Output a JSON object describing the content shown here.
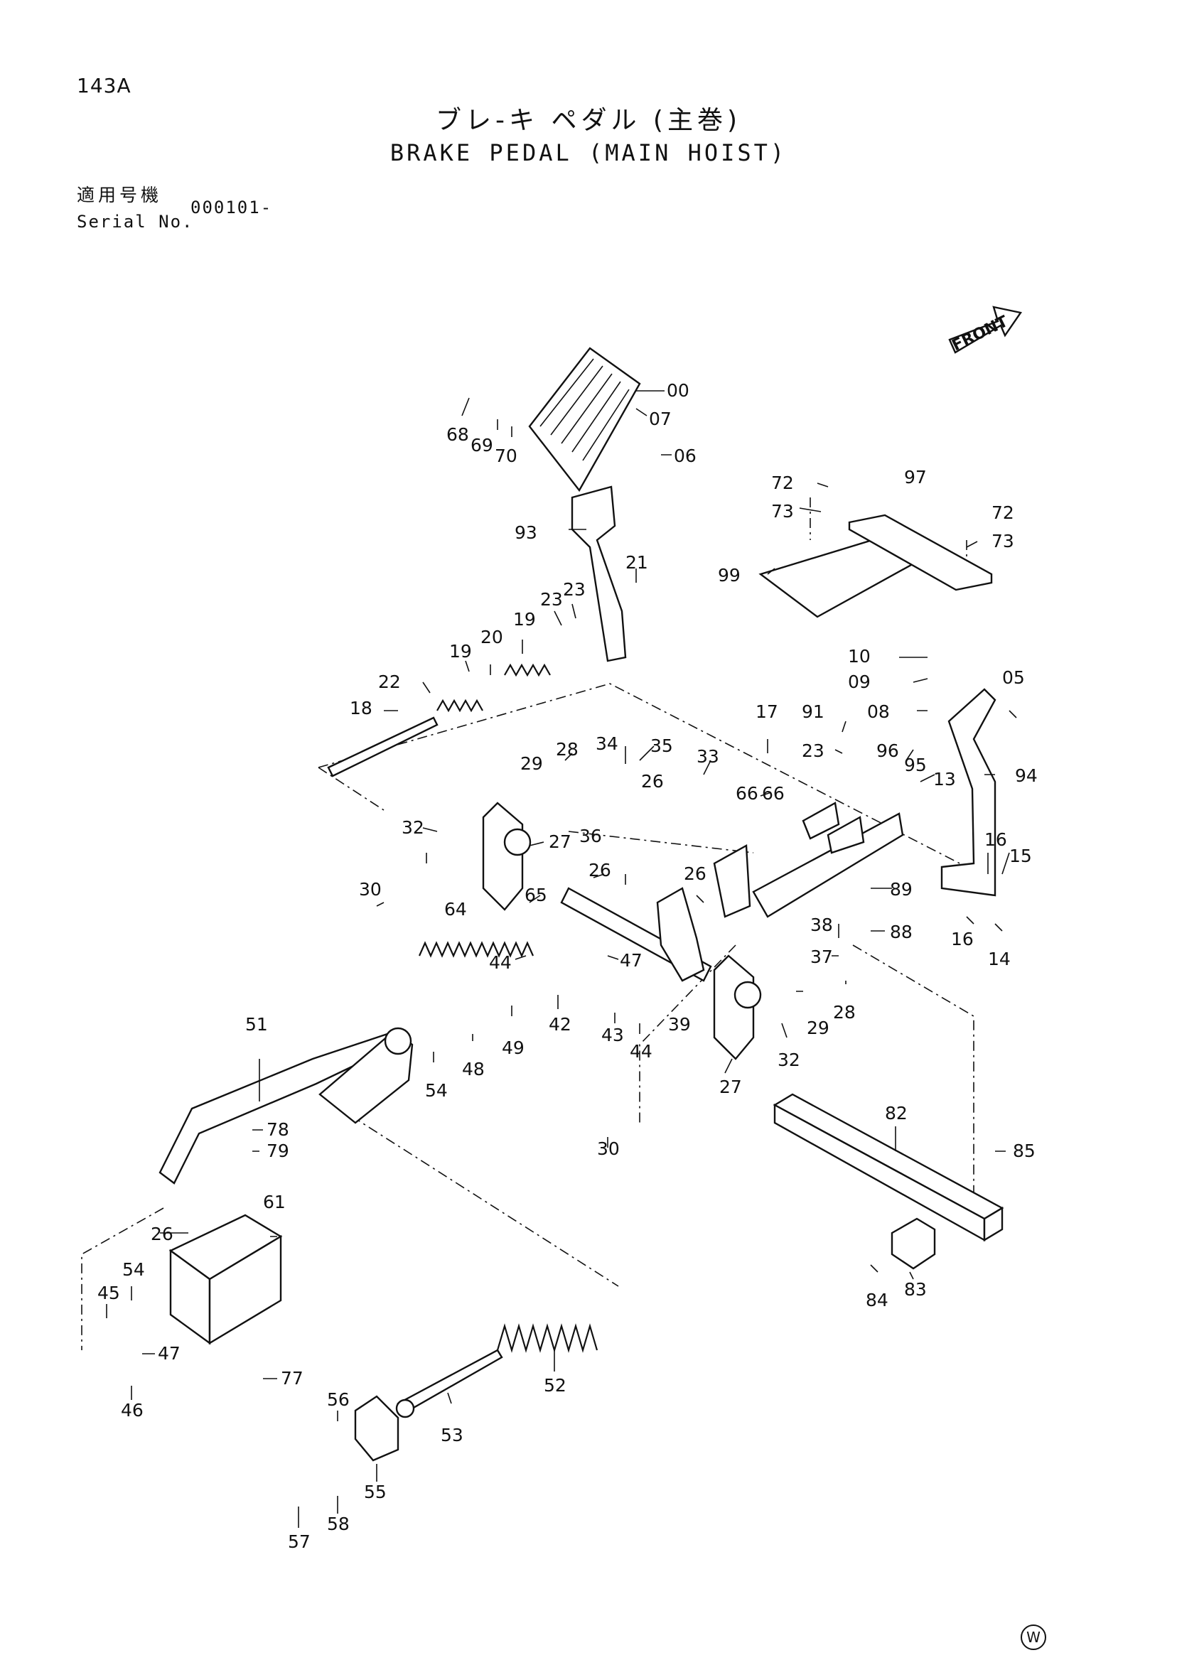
{
  "header": {
    "page_number": "143A",
    "title_jp": "ブレ-キ ペダル (主巻)",
    "title_en": "BRAKE PEDAL (MAIN HOIST)",
    "serial_label_jp": "適用号機",
    "serial_label_en": "Serial No.",
    "serial_value": "000101-"
  },
  "orientation": {
    "front_label": "FRONT"
  },
  "footer": {
    "mark": "W"
  },
  "callouts": [
    {
      "id": "c00",
      "label": "00"
    },
    {
      "id": "c07",
      "label": "07"
    },
    {
      "id": "c06",
      "label": "06"
    },
    {
      "id": "c68",
      "label": "68"
    },
    {
      "id": "c69",
      "label": "69"
    },
    {
      "id": "c70",
      "label": "70"
    },
    {
      "id": "c93",
      "label": "93"
    },
    {
      "id": "c21",
      "label": "21"
    },
    {
      "id": "c23a",
      "label": "23"
    },
    {
      "id": "c23b",
      "label": "23"
    },
    {
      "id": "c19a",
      "label": "19"
    },
    {
      "id": "c20",
      "label": "20"
    },
    {
      "id": "c19b",
      "label": "19"
    },
    {
      "id": "c22",
      "label": "22"
    },
    {
      "id": "c18",
      "label": "18"
    },
    {
      "id": "c72a",
      "label": "72"
    },
    {
      "id": "c73a",
      "label": "73"
    },
    {
      "id": "c97",
      "label": "97"
    },
    {
      "id": "c72b",
      "label": "72"
    },
    {
      "id": "c73b",
      "label": "73"
    },
    {
      "id": "c99",
      "label": "99"
    },
    {
      "id": "c10",
      "label": "10"
    },
    {
      "id": "c09",
      "label": "09"
    },
    {
      "id": "c05",
      "label": "05"
    },
    {
      "id": "c08",
      "label": "08"
    },
    {
      "id": "c17",
      "label": "17"
    },
    {
      "id": "c91",
      "label": "91"
    },
    {
      "id": "c23c",
      "label": "23"
    },
    {
      "id": "c96",
      "label": "96"
    },
    {
      "id": "c95",
      "label": "95"
    },
    {
      "id": "c13",
      "label": "13"
    },
    {
      "id": "c94",
      "label": "94"
    },
    {
      "id": "c34",
      "label": "34"
    },
    {
      "id": "c35",
      "label": "35"
    },
    {
      "id": "c28a",
      "label": "28"
    },
    {
      "id": "c29a",
      "label": "29"
    },
    {
      "id": "c33",
      "label": "33"
    },
    {
      "id": "c26a",
      "label": "26"
    },
    {
      "id": "c66a",
      "label": "66"
    },
    {
      "id": "c66b",
      "label": "66"
    },
    {
      "id": "c32a",
      "label": "32"
    },
    {
      "id": "c27a",
      "label": "27"
    },
    {
      "id": "c36",
      "label": "36"
    },
    {
      "id": "c26b",
      "label": "26"
    },
    {
      "id": "c26c",
      "label": "26"
    },
    {
      "id": "c30a",
      "label": "30"
    },
    {
      "id": "c65",
      "label": "65"
    },
    {
      "id": "c64",
      "label": "64"
    },
    {
      "id": "c16a",
      "label": "16"
    },
    {
      "id": "c15",
      "label": "15"
    },
    {
      "id": "c89",
      "label": "89"
    },
    {
      "id": "c38",
      "label": "38"
    },
    {
      "id": "c88",
      "label": "88"
    },
    {
      "id": "c37",
      "label": "37"
    },
    {
      "id": "c16b",
      "label": "16"
    },
    {
      "id": "c14",
      "label": "14"
    },
    {
      "id": "c44a",
      "label": "44"
    },
    {
      "id": "c47a",
      "label": "47"
    },
    {
      "id": "c39",
      "label": "39"
    },
    {
      "id": "c28b",
      "label": "28"
    },
    {
      "id": "c29b",
      "label": "29"
    },
    {
      "id": "c51",
      "label": "51"
    },
    {
      "id": "c42",
      "label": "42"
    },
    {
      "id": "c43",
      "label": "43"
    },
    {
      "id": "c44b",
      "label": "44"
    },
    {
      "id": "c49",
      "label": "49"
    },
    {
      "id": "c48",
      "label": "48"
    },
    {
      "id": "c54a",
      "label": "54"
    },
    {
      "id": "c32b",
      "label": "32"
    },
    {
      "id": "c27b",
      "label": "27"
    },
    {
      "id": "c82",
      "label": "82"
    },
    {
      "id": "c30b",
      "label": "30"
    },
    {
      "id": "c78",
      "label": "78"
    },
    {
      "id": "c79",
      "label": "79"
    },
    {
      "id": "c85",
      "label": "85"
    },
    {
      "id": "c26d",
      "label": "26"
    },
    {
      "id": "c61",
      "label": "61"
    },
    {
      "id": "c83",
      "label": "83"
    },
    {
      "id": "c84",
      "label": "84"
    },
    {
      "id": "c54b",
      "label": "54"
    },
    {
      "id": "c45",
      "label": "45"
    },
    {
      "id": "c47b",
      "label": "47"
    },
    {
      "id": "c46",
      "label": "46"
    },
    {
      "id": "c77",
      "label": "77"
    },
    {
      "id": "c52",
      "label": "52"
    },
    {
      "id": "c56",
      "label": "56"
    },
    {
      "id": "c53",
      "label": "53"
    },
    {
      "id": "c55",
      "label": "55"
    },
    {
      "id": "c57",
      "label": "57"
    },
    {
      "id": "c58",
      "label": "58"
    }
  ]
}
